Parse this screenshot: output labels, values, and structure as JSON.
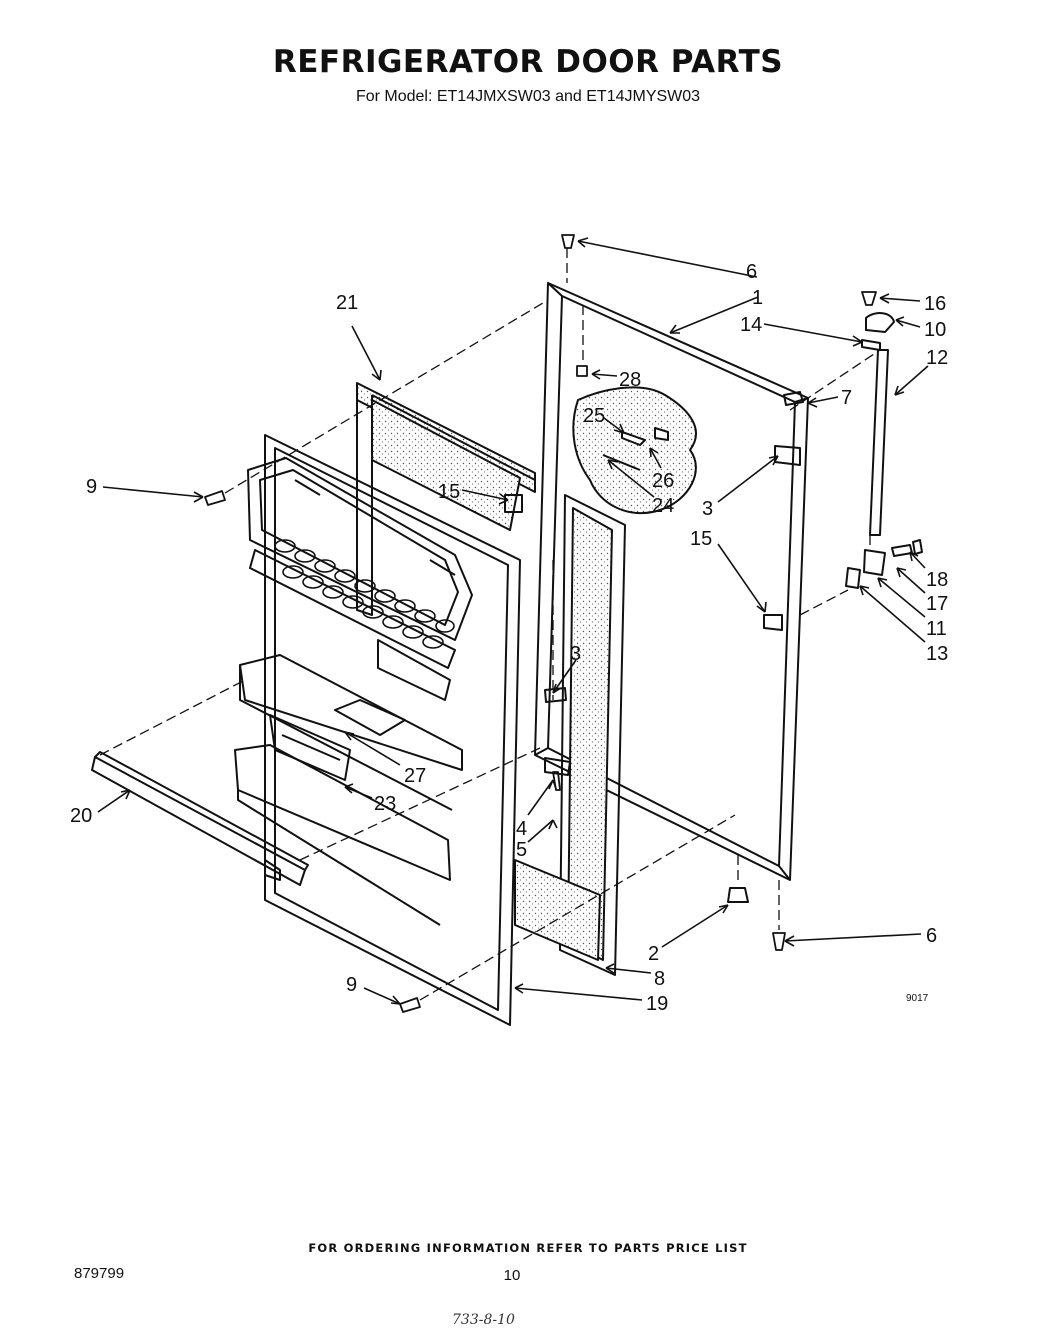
{
  "header": {
    "title": "REFRIGERATOR DOOR PARTS",
    "subtitle": "For Model: ET14JMXSW03 and ET14JMYSW03"
  },
  "diagram": {
    "drawing_number": "9017",
    "callouts": [
      "6",
      "1",
      "16",
      "14",
      "10",
      "21",
      "12",
      "28",
      "7",
      "25",
      "26",
      "9",
      "15",
      "24",
      "3",
      "15",
      "18",
      "17",
      "11",
      "13",
      "3",
      "27",
      "20",
      "23",
      "4",
      "5",
      "2",
      "6",
      "8",
      "9",
      "19"
    ]
  },
  "footer": {
    "ordering_note": "FOR ORDERING INFORMATION REFER TO PARTS PRICE LIST",
    "document_number": "879799",
    "page_number": "10",
    "handwritten_note": "733-8-10"
  }
}
